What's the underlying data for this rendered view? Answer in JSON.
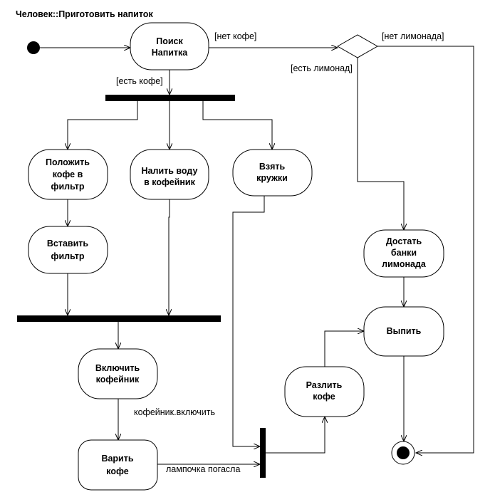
{
  "title": "Человек::Приготовить напиток",
  "activities": {
    "find_drink": [
      "Поиск",
      "Напитка"
    ],
    "put_coffee": [
      "Положить",
      "кофе в",
      "фильтр"
    ],
    "pour_water": [
      "Налить воду",
      "в кофейник"
    ],
    "take_cups": [
      "Взять",
      "кружки"
    ],
    "insert_filter": [
      "Вставить",
      "фильтр"
    ],
    "turn_on": [
      "Включить",
      "кофейник"
    ],
    "brew": [
      "Варить",
      "кофе"
    ],
    "pour_coffee": [
      "Разлить",
      "кофе"
    ],
    "get_cans": [
      "Достать",
      "банки",
      "лимонада"
    ],
    "drink": [
      "Выпить"
    ]
  },
  "labels": {
    "no_coffee": "[нет кофе]",
    "has_coffee": "[есть кофе]",
    "has_lemonade": "[есть лимонад]",
    "no_lemonade": "[нет лимонада]",
    "coffeepot_on": "кофейник.включить",
    "lamp_off": "лампочка погасла"
  }
}
